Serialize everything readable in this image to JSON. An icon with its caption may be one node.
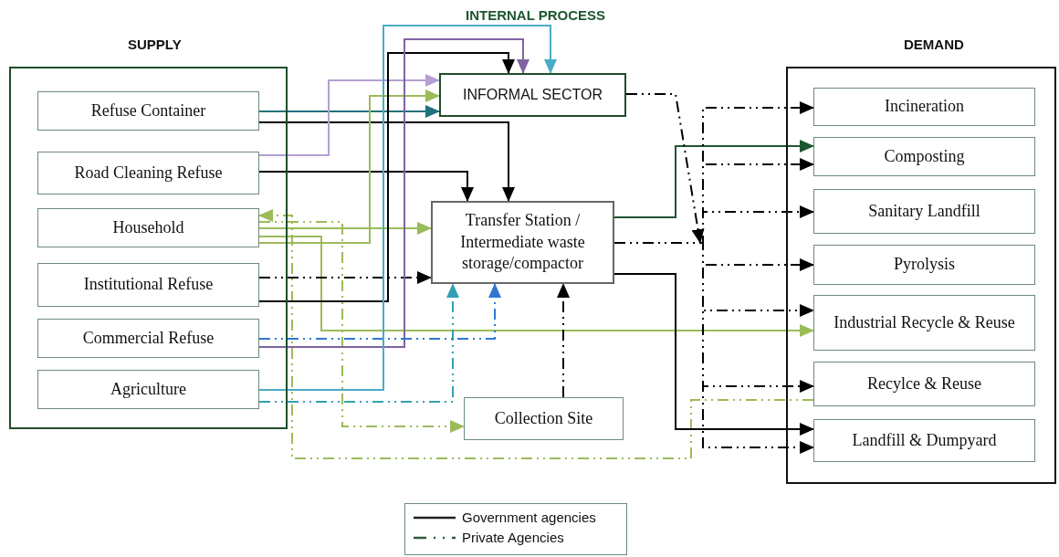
{
  "diagram": {
    "nodes": [
      {
        "text": [
          "SUPPLY"
        ]
      },
      {
        "text": [
          "Refuse Container"
        ],
        "in": 0
      },
      {
        "text": [
          "Road Cleaning Refuse"
        ],
        "in": 0
      },
      {
        "text": [
          "Household"
        ],
        "in": 0
      },
      {
        "text": [
          "Institutional Refuse"
        ],
        "in": 0
      },
      {
        "text": [
          "Commercial Refuse"
        ],
        "in": 0
      },
      {
        "text": [
          "Agriculture"
        ],
        "in": 0
      },
      {
        "text": [
          "INFORMAL SECTOR"
        ]
      },
      {
        "text": [
          "Transfer Station / Intermediate waste storage/compactor"
        ]
      },
      {
        "text": [
          "Collection Site"
        ]
      },
      {
        "text": [
          "DEMAND"
        ]
      },
      {
        "text": [
          "Incineration"
        ],
        "in": 10
      },
      {
        "text": [
          "Composting"
        ],
        "in": 10
      },
      {
        "text": [
          "Sanitary Landfill"
        ],
        "in": 10
      },
      {
        "text": [
          "Pyrolysis"
        ],
        "in": 10
      },
      {
        "text": [
          "Industrial Recycle & Reuse"
        ],
        "in": 10
      },
      {
        "text": [
          "Recylce & Reuse"
        ],
        "in": 10
      },
      {
        "text": [
          "Landfill & Dumpyard"
        ],
        "in": 10
      }
    ],
    "edges": [
      {
        "from": 1,
        "to": 7,
        "arrow": "to",
        "color": "#23707e"
      },
      {
        "from": 1,
        "to": 8,
        "arrow": "to"
      },
      {
        "from": 2,
        "to": 7,
        "arrow": "to",
        "color": "#b4a0d2"
      },
      {
        "from": 2,
        "to": 8,
        "arrow": "to"
      },
      {
        "from": 3,
        "to": 7,
        "arrow": "to",
        "color": "#9bbb59"
      },
      {
        "from": 3,
        "to": 8,
        "arrow": "to",
        "color": "#9bbb59"
      },
      {
        "from": 3,
        "to": 15,
        "arrow": "to",
        "color": "#9bbb59"
      },
      {
        "from": 16,
        "to": 3,
        "arrow": "to",
        "style": "dashed",
        "color": "#9bbb59"
      },
      {
        "from": 3,
        "to": 9,
        "arrow": "to",
        "style": "dashed",
        "color": "#9bbb59"
      },
      {
        "from": 4,
        "to": 8,
        "arrow": "to",
        "style": "dashed"
      },
      {
        "from": 4,
        "to": 7,
        "arrow": "to"
      },
      {
        "from": 5,
        "to": 7,
        "arrow": "to",
        "color": "#8064a2"
      },
      {
        "from": 5,
        "to": 8,
        "arrow": "to",
        "style": "dashed",
        "color": "#2e78d2"
      },
      {
        "from": 6,
        "to": 7,
        "arrow": "to",
        "color": "#4bacc6"
      },
      {
        "from": 6,
        "to": 8,
        "arrow": "to",
        "style": "dashed",
        "color": "#31a0b4"
      },
      {
        "from": 9,
        "to": 8,
        "arrow": "to",
        "style": "dashed"
      },
      {
        "from": 8,
        "to": 12,
        "arrow": "to",
        "color": "#1e5631"
      },
      {
        "from": 8,
        "to": 17,
        "arrow": "to"
      },
      {
        "from": 7,
        "to": null,
        "arrow": "to",
        "style": "dashed"
      },
      {
        "from": 8,
        "to": 11,
        "arrow": "to",
        "style": "dashed"
      },
      {
        "from": 8,
        "to": 12,
        "arrow": "to",
        "style": "dashed"
      },
      {
        "from": 8,
        "to": 13,
        "arrow": "to",
        "style": "dashed"
      },
      {
        "from": 8,
        "to": 14,
        "arrow": "to",
        "style": "dashed"
      },
      {
        "from": 8,
        "to": 15,
        "arrow": "to",
        "style": "dashed"
      },
      {
        "from": 8,
        "to": 16,
        "arrow": "to",
        "style": "dashed"
      },
      {
        "from": 8,
        "to": 17,
        "arrow": "to",
        "style": "dashed"
      }
    ],
    "labels": [
      "INTERNAL PROCESS"
    ],
    "legend": [
      {
        "text": "Government agencies"
      },
      {
        "text": "Private Agencies"
      }
    ]
  }
}
